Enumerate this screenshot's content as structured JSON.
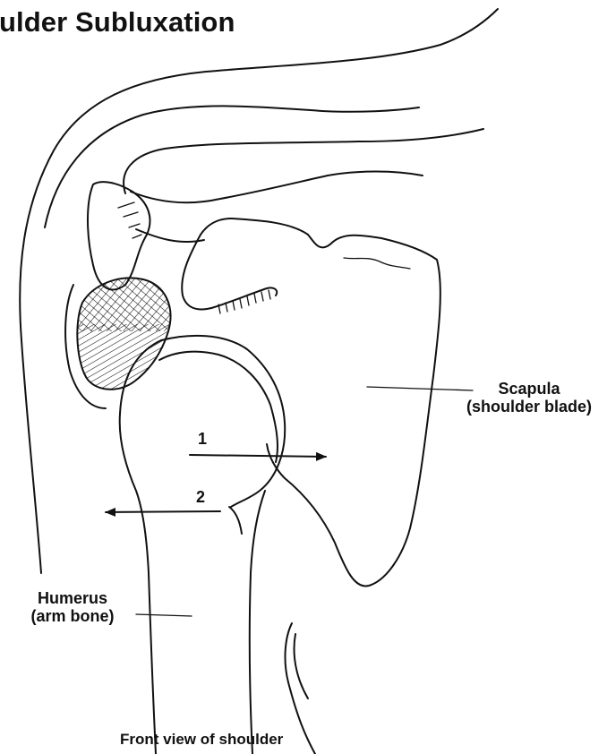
{
  "title": "ulder Subluxation",
  "labels": {
    "scapula_line1": "Scapula",
    "scapula_line2": "(shoulder blade)",
    "humerus_line1": "Humerus",
    "humerus_line2": "(arm bone)"
  },
  "arrows": {
    "arrow_1": "1",
    "arrow_2": "2"
  },
  "caption": "Front view of shoulder",
  "colors": {
    "ink": "#111111",
    "paper": "#ffffff"
  }
}
